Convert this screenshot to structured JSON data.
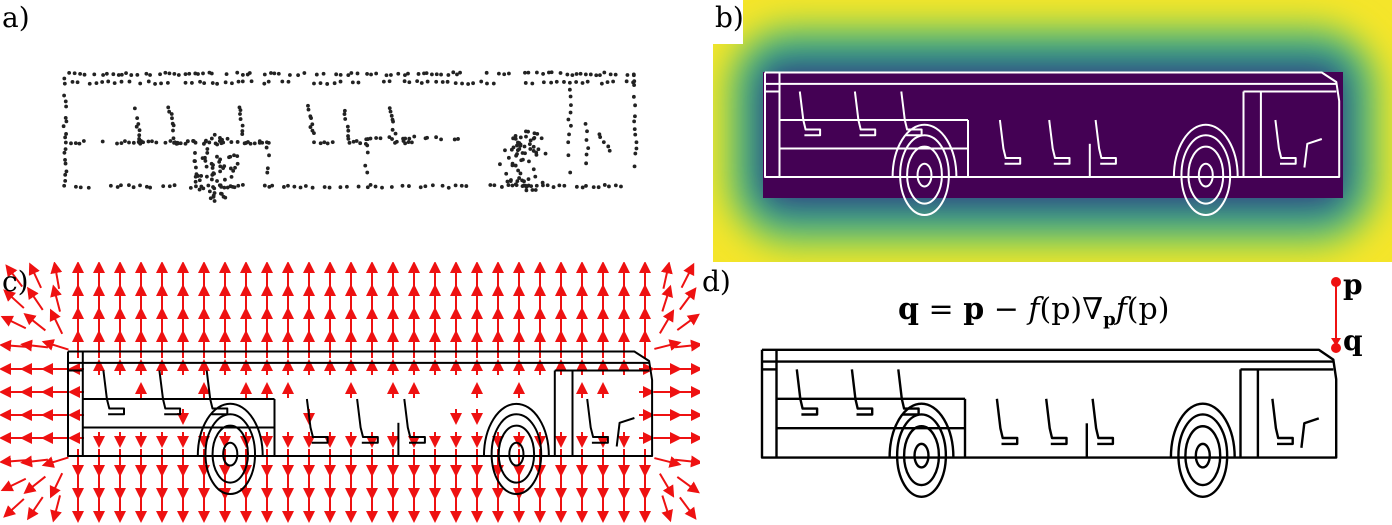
{
  "panels": {
    "a": {
      "label": "a)"
    },
    "b": {
      "label": "b)"
    },
    "c": {
      "label": "c)"
    },
    "d": {
      "label": "d)"
    }
  },
  "equation": {
    "q": "q",
    "eq": " = ",
    "p1": "p",
    "minus": " − ",
    "f1": "f",
    "arg1": "(p)",
    "nabla": "∇",
    "sub": "p",
    "f2": "f",
    "arg2": "(p)"
  },
  "points": {
    "p": "p",
    "q": "q"
  },
  "colors": {
    "sdf_far": "#f5e52a",
    "sdf_mid": "#35b779",
    "sdf_near": "#31688e",
    "sdf_inside": "#3b2a7e",
    "sdf_core": "#440154",
    "arrow": "#ee1111",
    "outline": "#000000",
    "outline_on_sdf": "#ffffff"
  }
}
